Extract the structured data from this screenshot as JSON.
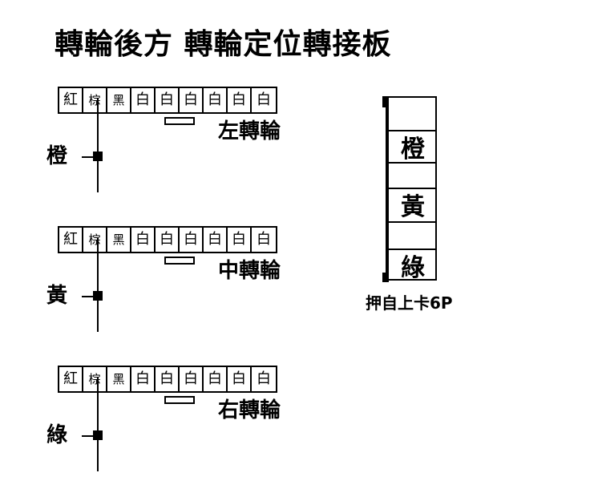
{
  "title": "轉輪後方 轉輪定位轉接板",
  "pins": [
    "紅",
    "棕",
    "黑",
    "白",
    "白",
    "白",
    "白",
    "白",
    "白"
  ],
  "groups": [
    {
      "wheel_label": "左轉輪",
      "wire_color": "橙"
    },
    {
      "wheel_label": "中轉輪",
      "wire_color": "黃"
    },
    {
      "wheel_label": "右轉輪",
      "wire_color": "綠"
    }
  ],
  "connector": {
    "slots": [
      "",
      "橙",
      "黃",
      "",
      "綠"
    ],
    "label": "押自上卡6P"
  }
}
